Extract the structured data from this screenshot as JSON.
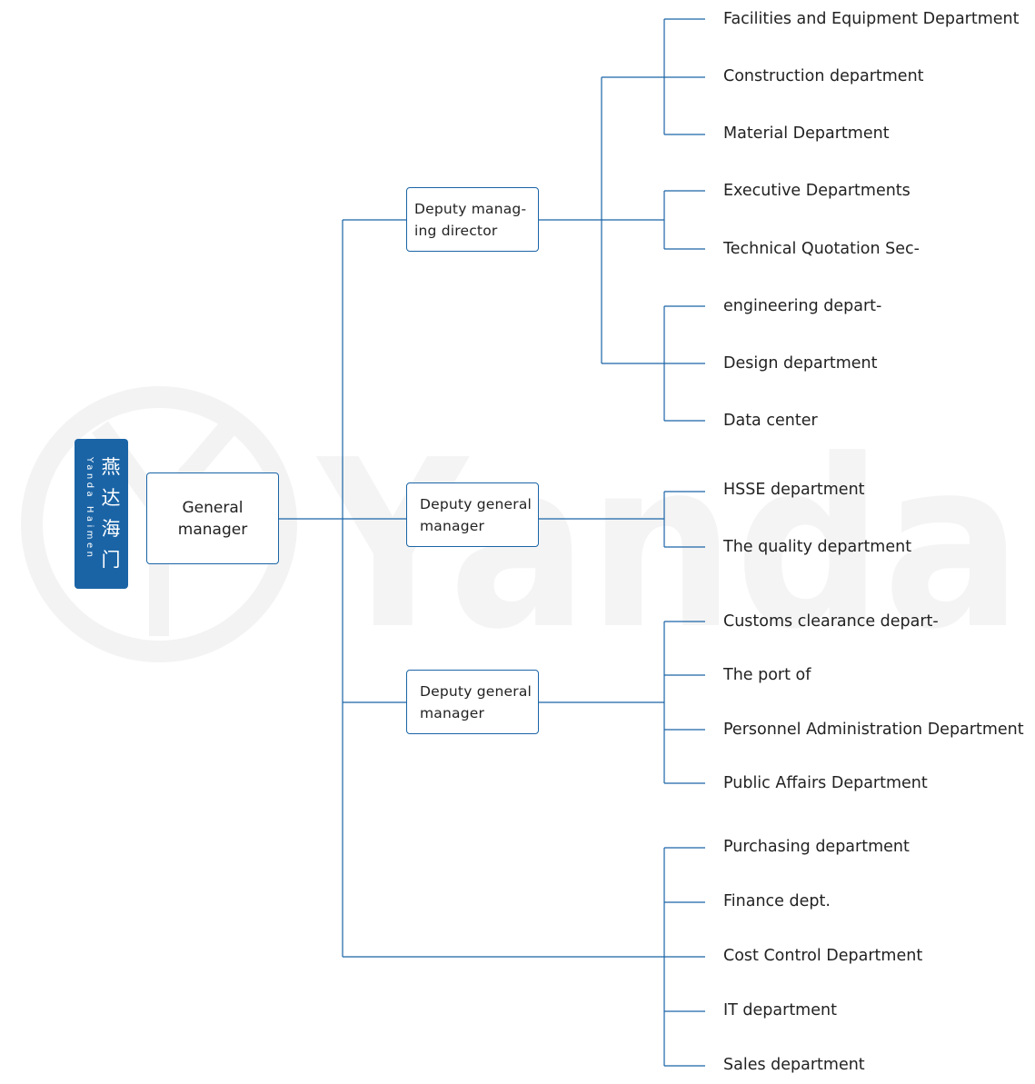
{
  "watermark": {
    "text": "Yanda"
  },
  "brand": {
    "cn_chars": [
      "燕",
      "达",
      "海",
      "门"
    ],
    "en": "Yanda Haimen"
  },
  "root": {
    "label": "General manager",
    "line1": "General",
    "line2": "manager"
  },
  "deputies": [
    {
      "line1": "Deputy manag-",
      "line2": "ing director"
    },
    {
      "line1": "Deputy general",
      "line2": "manager"
    },
    {
      "line1": "Deputy general",
      "line2": "manager"
    }
  ],
  "departments": [
    "Facilities and Equipment Department",
    "Construction department",
    "Material Department",
    "Executive Departments",
    "Technical Quotation Sec-",
    "engineering depart-",
    "Design department",
    "Data center",
    "HSSE department",
    "The quality department",
    "Customs clearance depart-",
    "The port of",
    "Personnel Administration Department",
    "Public Affairs Department",
    "Purchasing department",
    "Finance dept.",
    "Cost Control Department",
    "IT department",
    "Sales department"
  ],
  "colors": {
    "line": "#1a64a6",
    "brand_bg": "#1a64a6",
    "watermark": "#f4f4f4"
  }
}
